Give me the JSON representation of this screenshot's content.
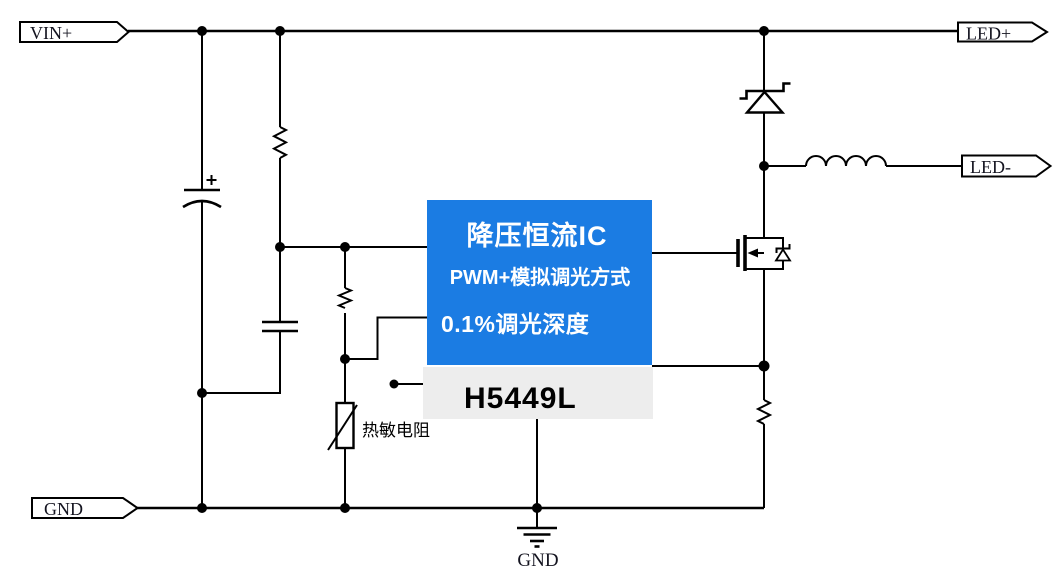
{
  "diagram": {
    "type": "circuit-schematic",
    "ic": {
      "line1": "降压恒流IC",
      "line2": "PWM+模拟调光方式",
      "line3": "0.1%调光深度",
      "part_number": "H5449L"
    },
    "net_labels": {
      "vin_plus": "VIN+",
      "gnd": "GND",
      "led_plus": "LED+",
      "led_minus": "LED-"
    },
    "labels": {
      "thermistor": "热敏电阻",
      "ground_symbol": "GND",
      "cap_polarity": "+"
    },
    "colors": {
      "ic_fill": "#1b7ce3",
      "ic_text": "#ffffff",
      "part_fill": "#ededed",
      "part_text": "#000000",
      "wire": "#000000",
      "background": "#ffffff"
    }
  }
}
